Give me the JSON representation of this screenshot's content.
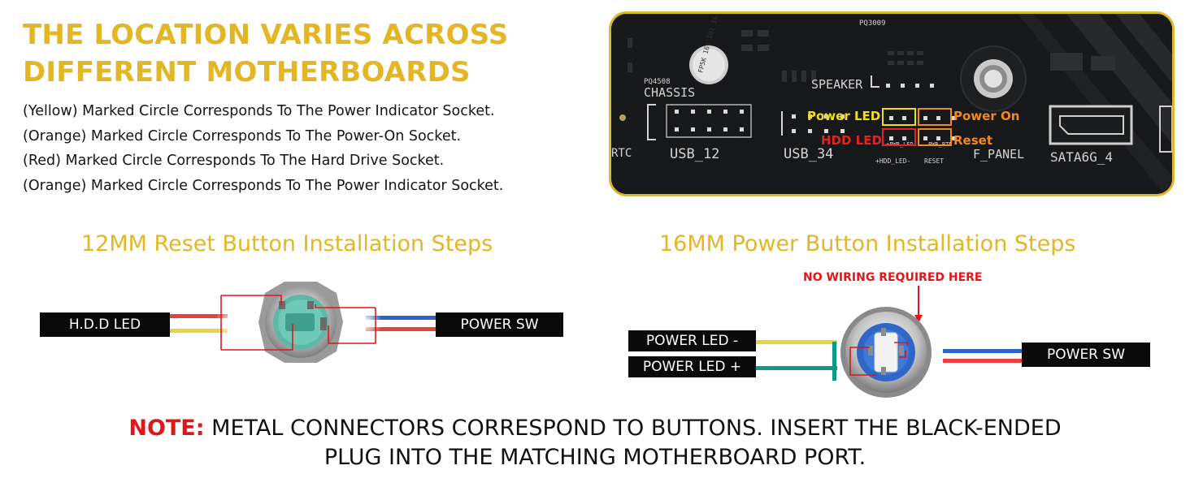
{
  "headline": {
    "line1": "THE LOCATION VARIES ACROSS",
    "line2": "DIFFERENT MOTHERBOARDS"
  },
  "descriptions": [
    "(Yellow) Marked Circle Corresponds To The Power Indicator Socket.",
    "(Orange) Marked Circle Corresponds To The Power-On Socket.",
    "(Red) Marked Circle Corresponds To The Hard Drive Socket.",
    "(Orange) Marked Circle Corresponds To The Power Indicator Socket."
  ],
  "motherboard": {
    "silkscreen": {
      "pq3009": "PQ3009",
      "pq4508": "PQ4508",
      "chassis": "CHASSIS",
      "speaker": "SPEAKER",
      "rtc": "RTC",
      "usb12": "USB_12",
      "usb34": "USB_34",
      "f_panel": "F_PANEL",
      "sata": "SATA6G_4",
      "hdd_led_small": "+HDD_LED-",
      "reset_small": "RESET",
      "pwr_led_small": "+PWR_LED-",
      "pwr_btn_small": "PWR_BTN",
      "capacitor": "FP5K 16V 101 16"
    },
    "callouts": {
      "power_led": "Power LED",
      "power_on": "Power On",
      "hdd_led": "HDD LED",
      "reset": "Reset"
    },
    "colors": {
      "yellow": "#f2dc14",
      "orange": "#f08a1c",
      "red": "#e8201e",
      "border": "#e3b626"
    }
  },
  "reset_section": {
    "title": "12MM Reset Button Installation Steps",
    "left_tag": "H.D.D LED",
    "right_tag": "POWER SW"
  },
  "power_section": {
    "title": "16MM Power Button Installation Steps",
    "no_wiring": "NO WIRING REQUIRED HERE",
    "tag_led_minus": "POWER LED -",
    "tag_led_plus": "POWER LED +",
    "right_tag": "POWER SW"
  },
  "note": {
    "label": "NOTE:",
    "line1": " METAL CONNECTORS CORRESPOND TO BUTTONS. INSERT THE BLACK-ENDED",
    "line2": "PLUG INTO THE MATCHING MOTHERBOARD PORT."
  },
  "colors": {
    "accent_gold": "#e3b626",
    "note_red": "#e0161b",
    "wire_red": "#e8413c",
    "wire_yellow": "#e6d63a",
    "wire_blue": "#2c63c9",
    "wire_teal": "#0f9a86"
  }
}
